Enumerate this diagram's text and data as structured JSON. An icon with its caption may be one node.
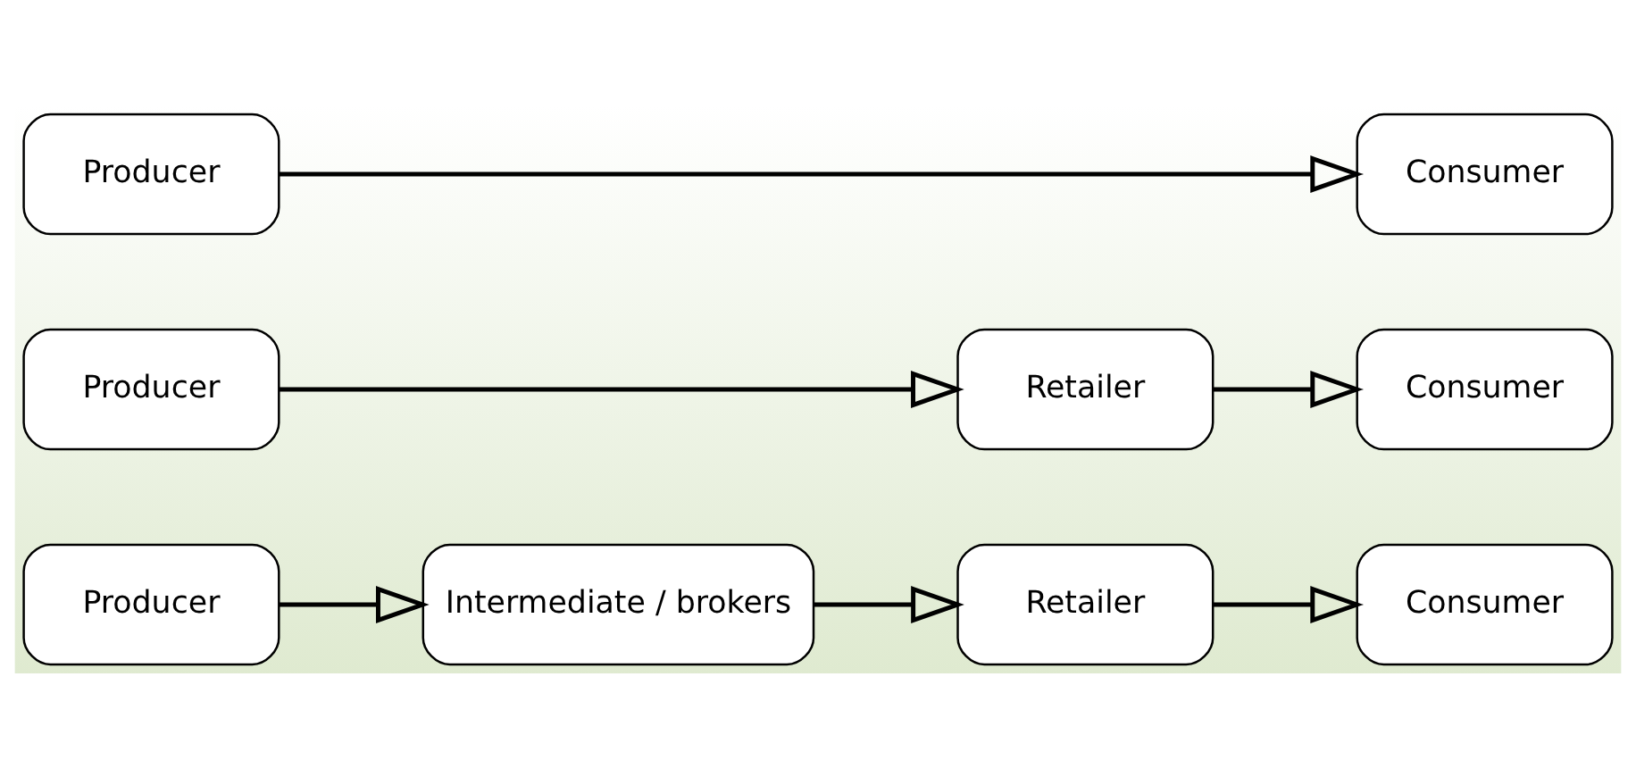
{
  "diagram": {
    "nodes": [
      {
        "text": [
          "Producer"
        ]
      },
      {
        "text": [
          "Intermediate / brokers"
        ]
      },
      {
        "text": [
          "Retailer"
        ]
      },
      {
        "text": [
          "Consumer"
        ]
      },
      {
        "text": [
          "Producer"
        ]
      },
      {
        "text": [
          "Retailer"
        ]
      },
      {
        "text": [
          "Consumer"
        ]
      },
      {
        "text": [
          "Producer"
        ]
      },
      {
        "text": [
          "Consumer"
        ]
      }
    ],
    "edges": [
      {
        "from": 0,
        "to": 1,
        "arrow": "to"
      },
      {
        "from": 1,
        "to": 2,
        "arrow": "to"
      },
      {
        "from": 2,
        "to": 3,
        "arrow": "to"
      },
      {
        "from": 4,
        "to": 5,
        "arrow": "to"
      },
      {
        "from": 5,
        "to": 6,
        "arrow": "to"
      },
      {
        "from": 7,
        "to": 8,
        "arrow": "to"
      }
    ]
  }
}
